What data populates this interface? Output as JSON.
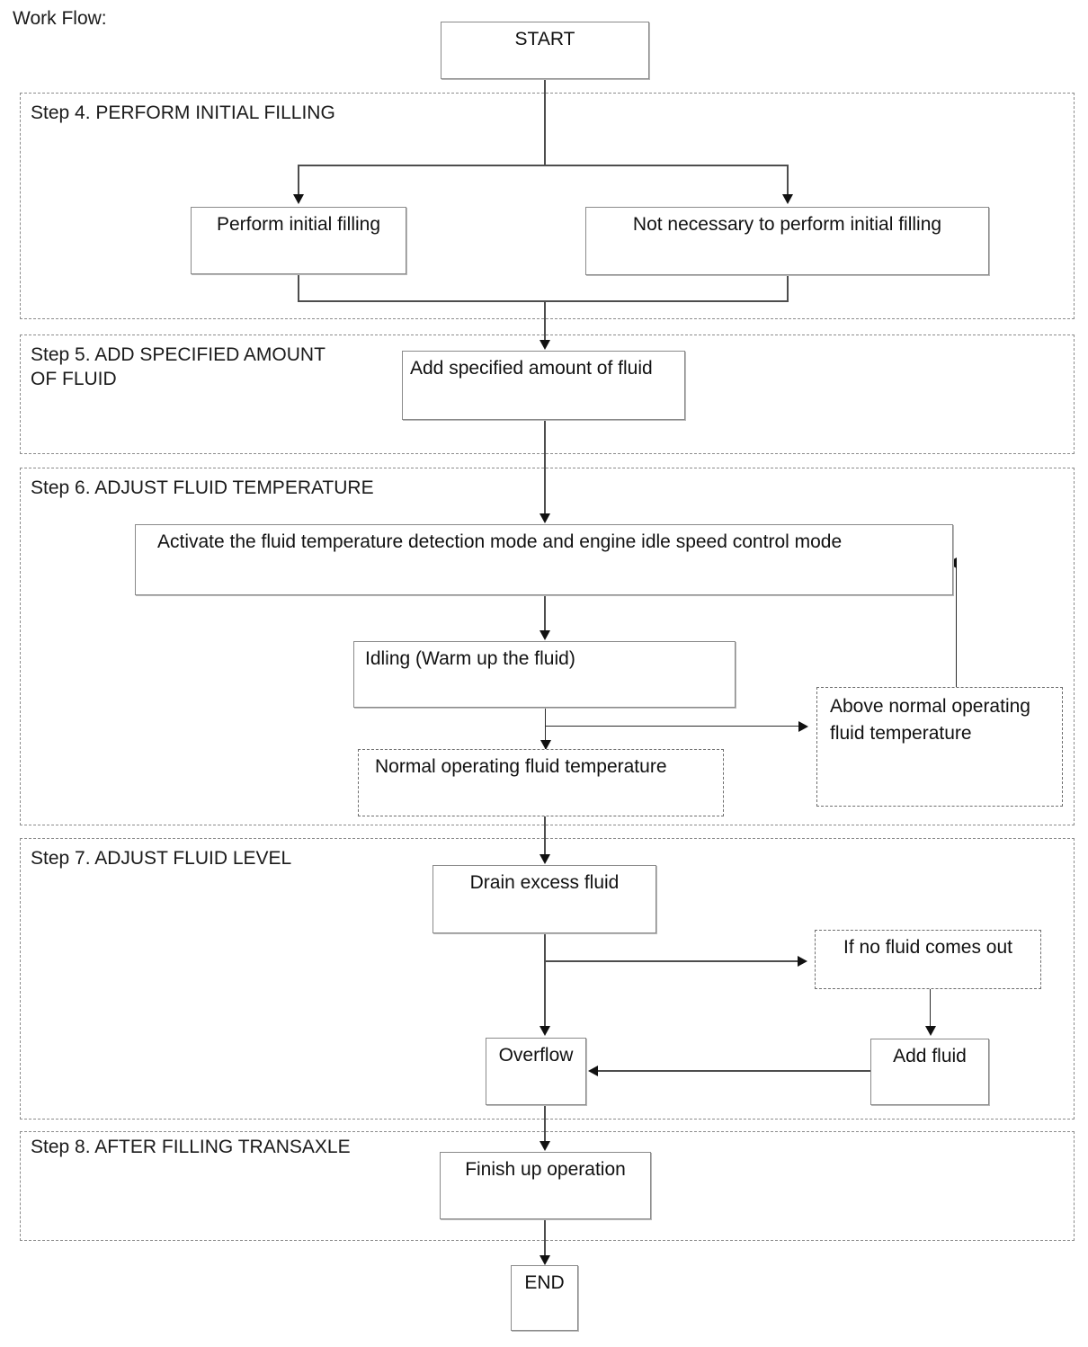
{
  "page": {
    "title": "Work Flow:"
  },
  "terminators": {
    "start": "START",
    "end": "END"
  },
  "steps": [
    {
      "id": "step4",
      "label": "Step 4. PERFORM INITIAL FILLING",
      "nodes": [
        {
          "id": "perform-initial-filling",
          "text": "Perform initial filling",
          "style": "solid"
        },
        {
          "id": "not-necessary-initial-filling",
          "text": "Not necessary to perform initial filling",
          "style": "solid"
        }
      ]
    },
    {
      "id": "step5",
      "label": "Step 5. ADD SPECIFIED AMOUNT\nOF FLUID",
      "nodes": [
        {
          "id": "add-specified-amount-of-fluid",
          "text": "Add specified amount of fluid",
          "style": "solid"
        }
      ]
    },
    {
      "id": "step6",
      "label": "Step 6. ADJUST FLUID TEMPERATURE",
      "nodes": [
        {
          "id": "activate-detection-mode",
          "text": "Activate the fluid temperature detection mode and engine idle speed control mode",
          "style": "solid"
        },
        {
          "id": "idling-warm-up",
          "text": "Idling (Warm up the fluid)",
          "style": "solid"
        },
        {
          "id": "normal-operating-fluid-temperature",
          "text": "Normal operating fluid temperature",
          "style": "dashed"
        },
        {
          "id": "above-normal-operating-fluid-temperature",
          "text": "Above normal operating\nfluid temperature",
          "style": "dashed"
        }
      ]
    },
    {
      "id": "step7",
      "label": "Step 7. ADJUST FLUID LEVEL",
      "nodes": [
        {
          "id": "drain-excess-fluid",
          "text": "Drain excess fluid",
          "style": "solid"
        },
        {
          "id": "if-no-fluid-comes-out",
          "text": "If no fluid comes out",
          "style": "dashed"
        },
        {
          "id": "overflow",
          "text": "Overflow",
          "style": "solid"
        },
        {
          "id": "add-fluid",
          "text": "Add fluid",
          "style": "solid"
        }
      ]
    },
    {
      "id": "step8",
      "label": "Step 8. AFTER FILLING TRANSAXLE",
      "nodes": [
        {
          "id": "finish-up-operation",
          "text": "Finish up operation",
          "style": "solid"
        }
      ]
    }
  ],
  "chart_data": {
    "type": "diagram",
    "title": "Work Flow:",
    "diagram_kind": "flowchart",
    "nodes": [
      {
        "id": "start",
        "label": "START",
        "shape": "rectangle",
        "border": "solid"
      },
      {
        "id": "perform-initial-filling",
        "label": "Perform initial filling",
        "shape": "rectangle",
        "border": "solid",
        "group": "Step 4. PERFORM INITIAL FILLING"
      },
      {
        "id": "not-necessary-initial-filling",
        "label": "Not necessary to perform initial filling",
        "shape": "rectangle",
        "border": "solid",
        "group": "Step 4. PERFORM INITIAL FILLING"
      },
      {
        "id": "add-specified-amount-of-fluid",
        "label": "Add specified amount of fluid",
        "shape": "rectangle",
        "border": "solid",
        "group": "Step 5. ADD SPECIFIED AMOUNT OF FLUID"
      },
      {
        "id": "activate-detection-mode",
        "label": "Activate the fluid temperature detection mode and engine idle speed control mode",
        "shape": "rectangle",
        "border": "solid",
        "group": "Step 6. ADJUST FLUID TEMPERATURE"
      },
      {
        "id": "idling-warm-up",
        "label": "Idling (Warm up the fluid)",
        "shape": "rectangle",
        "border": "solid",
        "group": "Step 6. ADJUST FLUID TEMPERATURE"
      },
      {
        "id": "normal-operating-fluid-temperature",
        "label": "Normal operating fluid temperature",
        "shape": "rectangle",
        "border": "dashed",
        "group": "Step 6. ADJUST FLUID TEMPERATURE"
      },
      {
        "id": "above-normal-operating-fluid-temperature",
        "label": "Above normal operating fluid temperature",
        "shape": "rectangle",
        "border": "dashed",
        "group": "Step 6. ADJUST FLUID TEMPERATURE"
      },
      {
        "id": "drain-excess-fluid",
        "label": "Drain excess fluid",
        "shape": "rectangle",
        "border": "solid",
        "group": "Step 7. ADJUST FLUID LEVEL"
      },
      {
        "id": "if-no-fluid-comes-out",
        "label": "If no fluid comes out",
        "shape": "rectangle",
        "border": "dashed",
        "group": "Step 7. ADJUST FLUID LEVEL"
      },
      {
        "id": "overflow",
        "label": "Overflow",
        "shape": "rectangle",
        "border": "solid",
        "group": "Step 7. ADJUST FLUID LEVEL"
      },
      {
        "id": "add-fluid",
        "label": "Add fluid",
        "shape": "rectangle",
        "border": "solid",
        "group": "Step 7. ADJUST FLUID LEVEL"
      },
      {
        "id": "finish-up-operation",
        "label": "Finish up operation",
        "shape": "rectangle",
        "border": "solid",
        "group": "Step 8. AFTER FILLING TRANSAXLE"
      },
      {
        "id": "end",
        "label": "END",
        "shape": "rectangle",
        "border": "solid"
      }
    ],
    "edges": [
      {
        "from": "start",
        "to": "perform-initial-filling"
      },
      {
        "from": "start",
        "to": "not-necessary-initial-filling"
      },
      {
        "from": "perform-initial-filling",
        "to": "add-specified-amount-of-fluid"
      },
      {
        "from": "not-necessary-initial-filling",
        "to": "add-specified-amount-of-fluid"
      },
      {
        "from": "add-specified-amount-of-fluid",
        "to": "activate-detection-mode"
      },
      {
        "from": "activate-detection-mode",
        "to": "idling-warm-up"
      },
      {
        "from": "idling-warm-up",
        "to": "normal-operating-fluid-temperature"
      },
      {
        "from": "idling-warm-up",
        "to": "above-normal-operating-fluid-temperature"
      },
      {
        "from": "above-normal-operating-fluid-temperature",
        "to": "activate-detection-mode"
      },
      {
        "from": "normal-operating-fluid-temperature",
        "to": "drain-excess-fluid"
      },
      {
        "from": "drain-excess-fluid",
        "to": "overflow"
      },
      {
        "from": "drain-excess-fluid",
        "to": "if-no-fluid-comes-out"
      },
      {
        "from": "if-no-fluid-comes-out",
        "to": "add-fluid"
      },
      {
        "from": "add-fluid",
        "to": "overflow"
      },
      {
        "from": "overflow",
        "to": "finish-up-operation"
      },
      {
        "from": "finish-up-operation",
        "to": "end"
      }
    ]
  }
}
